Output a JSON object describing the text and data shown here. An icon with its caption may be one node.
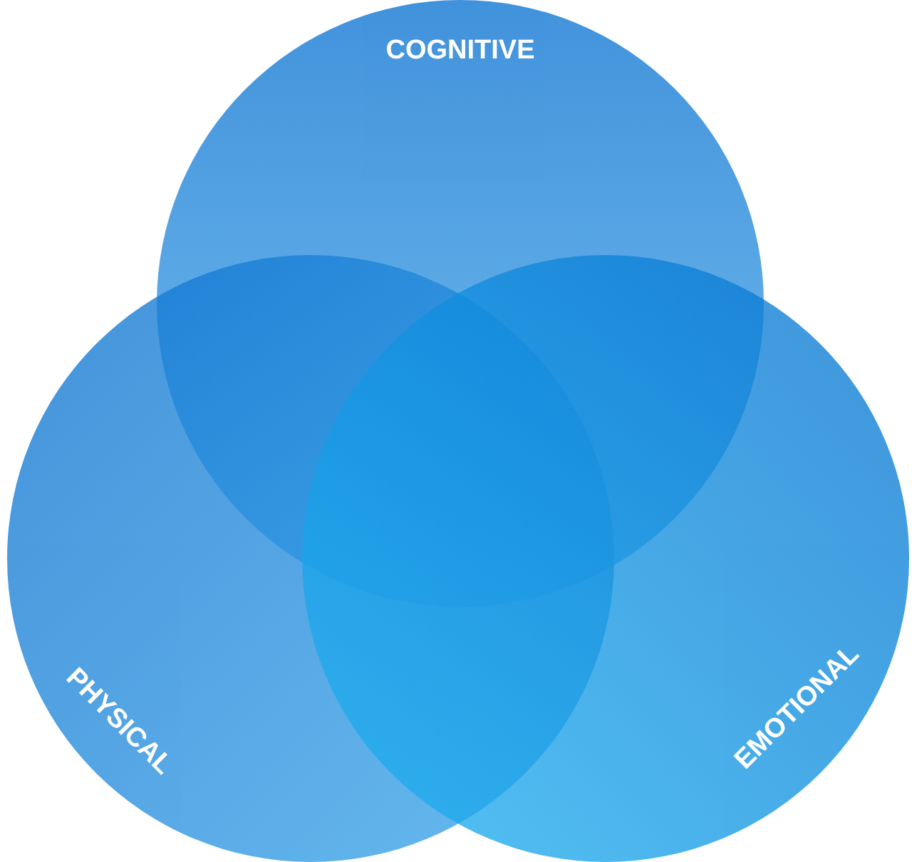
{
  "diagram": {
    "nodes": [
      {
        "text": [
          "COGNITIVE"
        ]
      },
      {
        "text": [
          "PHYSICAL"
        ]
      },
      {
        "text": [
          "EMOTIONAL"
        ]
      }
    ]
  }
}
